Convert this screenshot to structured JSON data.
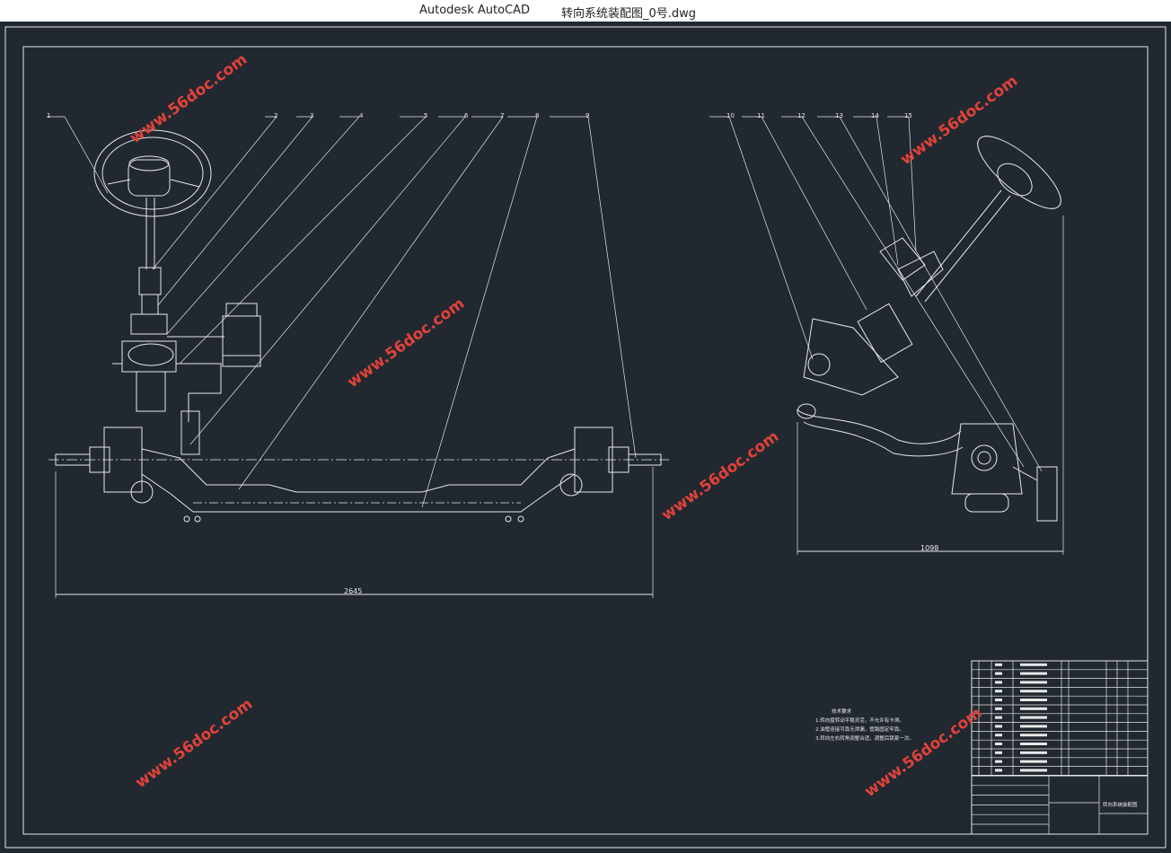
{
  "window": {
    "app_name": "Autodesk AutoCAD",
    "document_name": "转向系统装配图_0号.dwg"
  },
  "drawing": {
    "balloons_front": [
      "1",
      "2",
      "3",
      "4",
      "5",
      "6",
      "7",
      "8",
      "9"
    ],
    "balloons_side": [
      "10",
      "11",
      "12",
      "13",
      "14",
      "15"
    ],
    "dim_front": "2645",
    "dim_side": "1098",
    "tech_notes": {
      "heading": "技术要求",
      "lines": [
        "1.转向盘转动平稳灵活，不允许有卡滞。",
        "2.油管连接可靠无泄漏，管路固定牢靠。",
        "3.转向左右转角调整合适，调整后锁紧一次。"
      ]
    },
    "title_block_name": "转向系统装配图",
    "watermark": "www.56doc.com"
  },
  "colors": {
    "background": "#212830",
    "line": "#e8e8e8",
    "watermark": "#e0423a"
  }
}
